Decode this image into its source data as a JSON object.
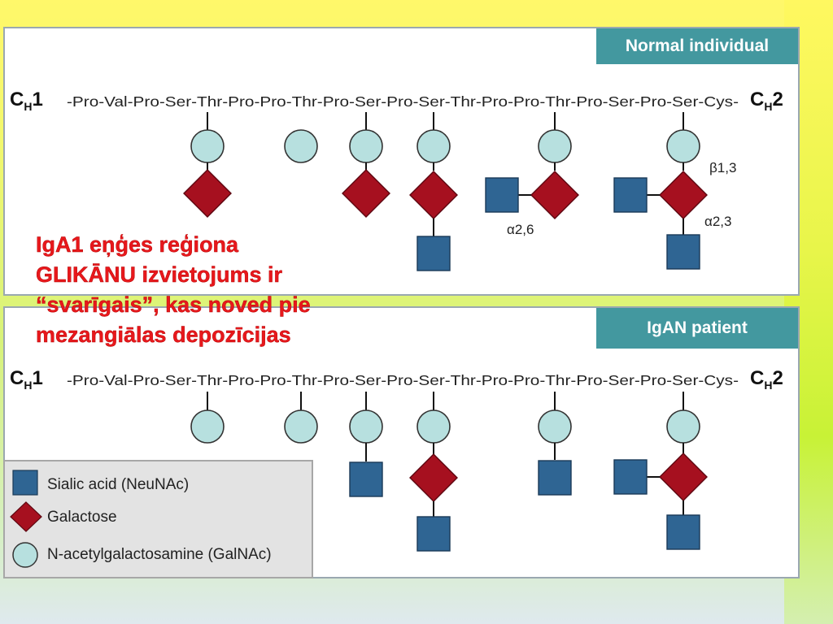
{
  "panels": {
    "normal": {
      "tag": "Normal individual",
      "ch1": "C",
      "ch1_sub": "H",
      "ch1_num": "1",
      "ch2": "C",
      "ch2_sub": "H",
      "ch2_num": "2",
      "sequence": "-Pro-Val-Pro-Ser-Thr-Pro-Pro-Thr-Pro-Ser-Pro-Ser-Thr-Pro-Pro-Thr-Pro-Ser-Pro-Ser-Cys-",
      "linkages": {
        "alpha26": "α2,6",
        "beta13": "β1,3",
        "alpha23": "α2,3"
      }
    },
    "igan": {
      "tag": "IgAN patient",
      "ch1": "C",
      "ch1_sub": "H",
      "ch1_num": "1",
      "ch2": "C",
      "ch2_sub": "H",
      "ch2_num": "2",
      "sequence": "-Pro-Val-Pro-Ser-Thr-Pro-Pro-Thr-Pro-Ser-Pro-Ser-Thr-Pro-Pro-Thr-Pro-Ser-Pro-Ser-Cys-"
    }
  },
  "legend": {
    "items": [
      {
        "shape": "square",
        "label": "Sialic acid (NeuNAc)"
      },
      {
        "shape": "diamond",
        "label": "Galactose"
      },
      {
        "shape": "circle",
        "label": "N-acetylgalactosamine (GalNAc)"
      }
    ]
  },
  "overlay": {
    "lines": [
      "IgA1 eņģes reģiona",
      "GLIKĀNU izvietojums ir",
      "“svarīgais”, kas noved pie",
      "mezangiālas depozīcijas"
    ]
  },
  "colors": {
    "sialic": "#2f6593",
    "galactose": "#a6101f",
    "galnac": "#b7e0df",
    "tag": "#43989f",
    "overlay_text": "#e8181c"
  }
}
